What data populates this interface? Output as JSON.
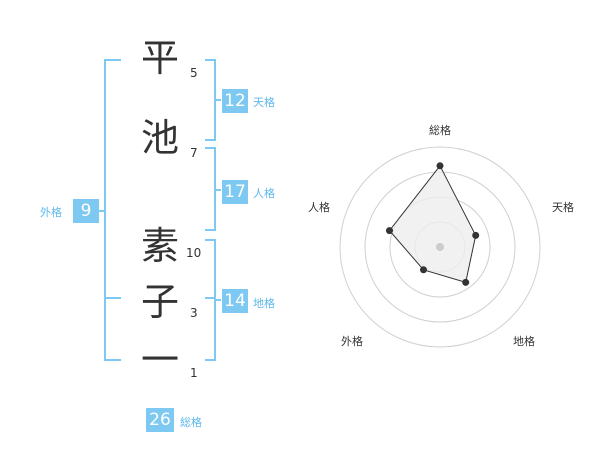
{
  "name_chars": [
    {
      "char": "平",
      "strokes": "5"
    },
    {
      "char": "池",
      "strokes": "7"
    },
    {
      "char": "素",
      "strokes": "10"
    },
    {
      "char": "子",
      "strokes": "3"
    },
    {
      "char": "一",
      "strokes": "1"
    }
  ],
  "fortunes": {
    "tenkaku": {
      "value": "12",
      "label": "天格"
    },
    "jinkaku": {
      "value": "17",
      "label": "人格"
    },
    "chikaku": {
      "value": "14",
      "label": "地格"
    },
    "gaikaku": {
      "value": "9",
      "label": "外格"
    },
    "soukaku": {
      "value": "26",
      "label": "総格"
    }
  },
  "colors": {
    "accent": "#7ec9f2",
    "accent_text": "#5cb8ee",
    "text": "#333333"
  },
  "chart_data": {
    "type": "radar",
    "axes": [
      "総格",
      "天格",
      "地格",
      "外格",
      "人格"
    ],
    "values": [
      26,
      12,
      14,
      9,
      17
    ],
    "rings": 4
  }
}
